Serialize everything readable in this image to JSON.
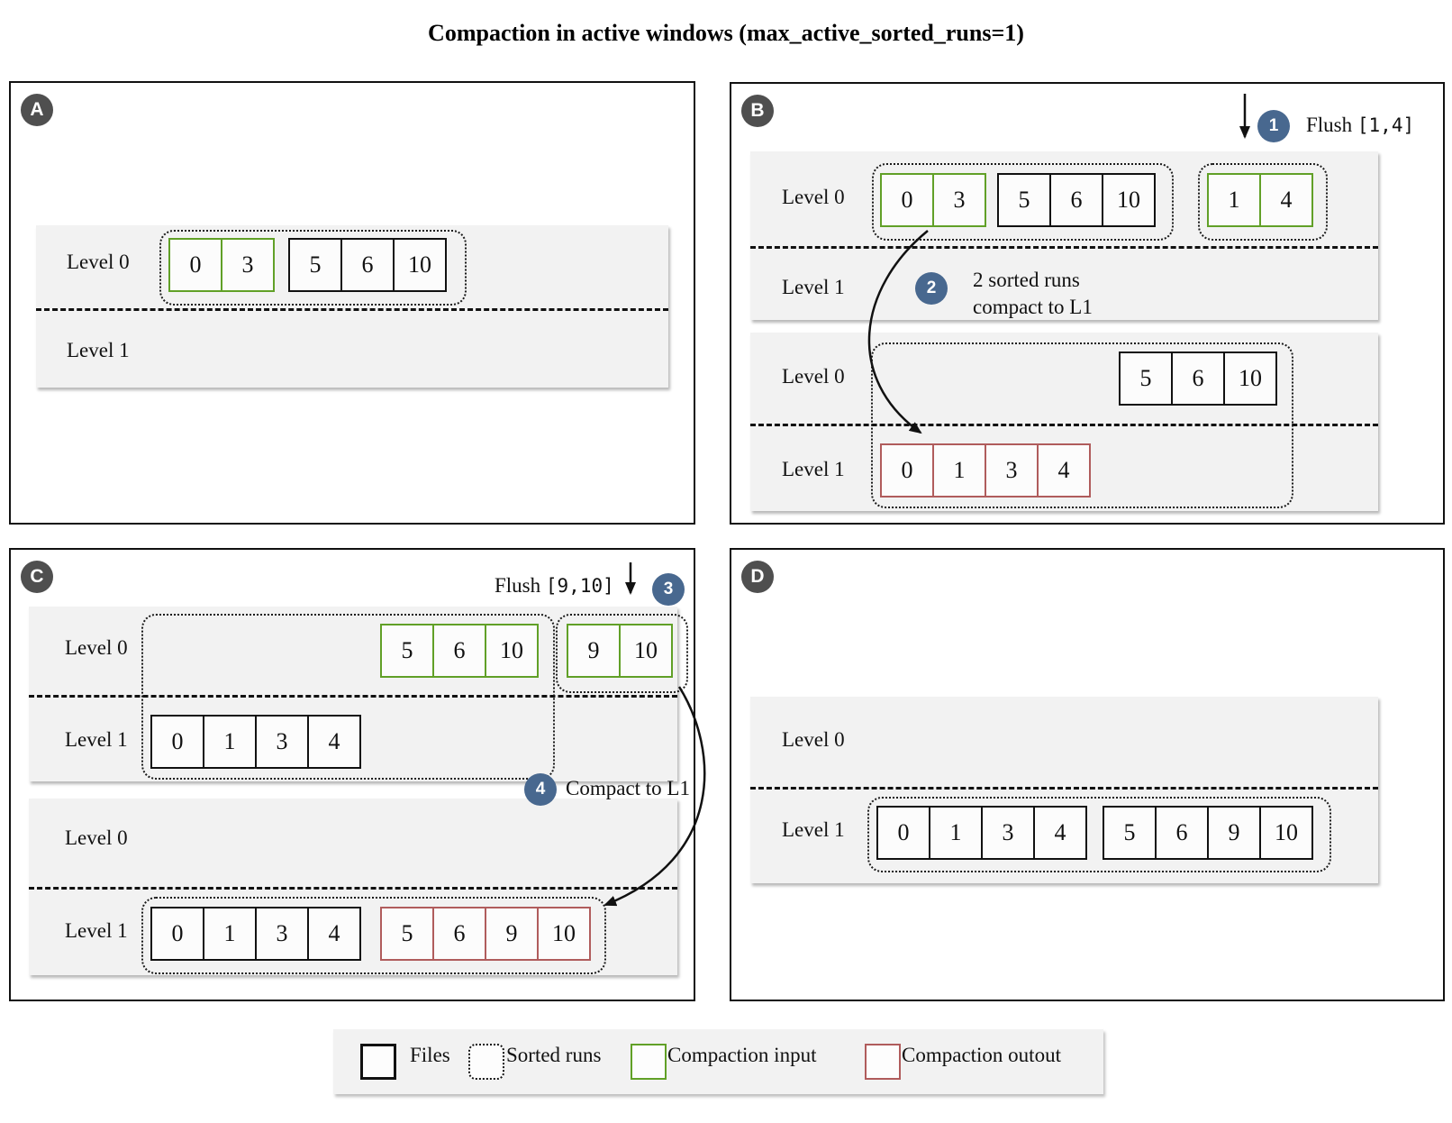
{
  "title": "Compaction in active windows (max_active_sorted_runs=1)",
  "labels": {
    "level0": "Level 0",
    "level1": "Level 1"
  },
  "panels": {
    "a": "A",
    "b": "B",
    "c": "C",
    "d": "D"
  },
  "steps": {
    "flush1": {
      "num": "1",
      "action": "Flush",
      "range": "[1,4]"
    },
    "compact2": {
      "num": "2",
      "line1": "2 sorted runs",
      "line2": "compact to L1"
    },
    "flush3": {
      "num": "3",
      "action": "Flush",
      "range": "[9,10]"
    },
    "compact4": {
      "num": "4",
      "text": "Compact to L1"
    }
  },
  "runs": {
    "a_l0_r1": [
      "0",
      "3"
    ],
    "a_l0_r2": [
      "5",
      "6",
      "10"
    ],
    "b1_l0_r1": [
      "0",
      "3"
    ],
    "b1_l0_r2": [
      "5",
      "6",
      "10"
    ],
    "b1_flush": [
      "1",
      "4"
    ],
    "b2_l0_r1": [
      "5",
      "6",
      "10"
    ],
    "b2_l1_r1": [
      "0",
      "1",
      "3",
      "4"
    ],
    "c1_l0_r1": [
      "5",
      "6",
      "10"
    ],
    "c1_flush": [
      "9",
      "10"
    ],
    "c1_l1_r1": [
      "0",
      "1",
      "3",
      "4"
    ],
    "c2_l1_r1": [
      "0",
      "1",
      "3",
      "4"
    ],
    "c2_l1_r2": [
      "5",
      "6",
      "9",
      "10"
    ],
    "d_l1_r1": [
      "0",
      "1",
      "3",
      "4"
    ],
    "d_l1_r2": [
      "5",
      "6",
      "9",
      "10"
    ]
  },
  "legend": {
    "files": "Files",
    "sorted_runs": "Sorted runs",
    "compaction_input": "Compaction input",
    "compaction_output": "Compaction outout"
  },
  "colors": {
    "files_border": "#111111",
    "compaction_input": "#61a027",
    "compaction_output": "#b05c5c",
    "step_badge": "#48688f",
    "panel_badge": "#4f4f4f",
    "band_bg": "#f2f2f2"
  }
}
